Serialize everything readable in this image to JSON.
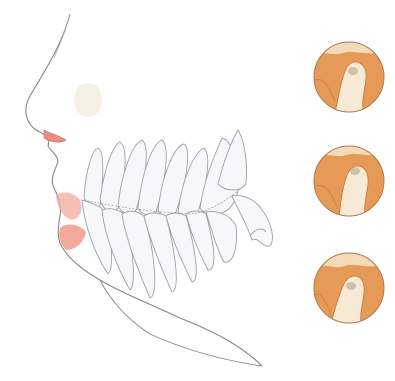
{
  "figure": {
    "subject": "dental-occlusion-illustration",
    "views": [
      "profile-with-dentition",
      "joint-detail-1",
      "joint-detail-2",
      "joint-detail-3"
    ]
  },
  "colors": {
    "background": "#ffffff",
    "outline": "#8a8580",
    "tooth_fill": "#f7f7f9",
    "tooth_stroke": "#9aa0aa",
    "gum_pink": "#f2a99e",
    "lip_pink": "#f09a8a",
    "bone_orange": "#e59b57",
    "bone_dark": "#c9722e",
    "joint_cream": "#f6ead6"
  }
}
